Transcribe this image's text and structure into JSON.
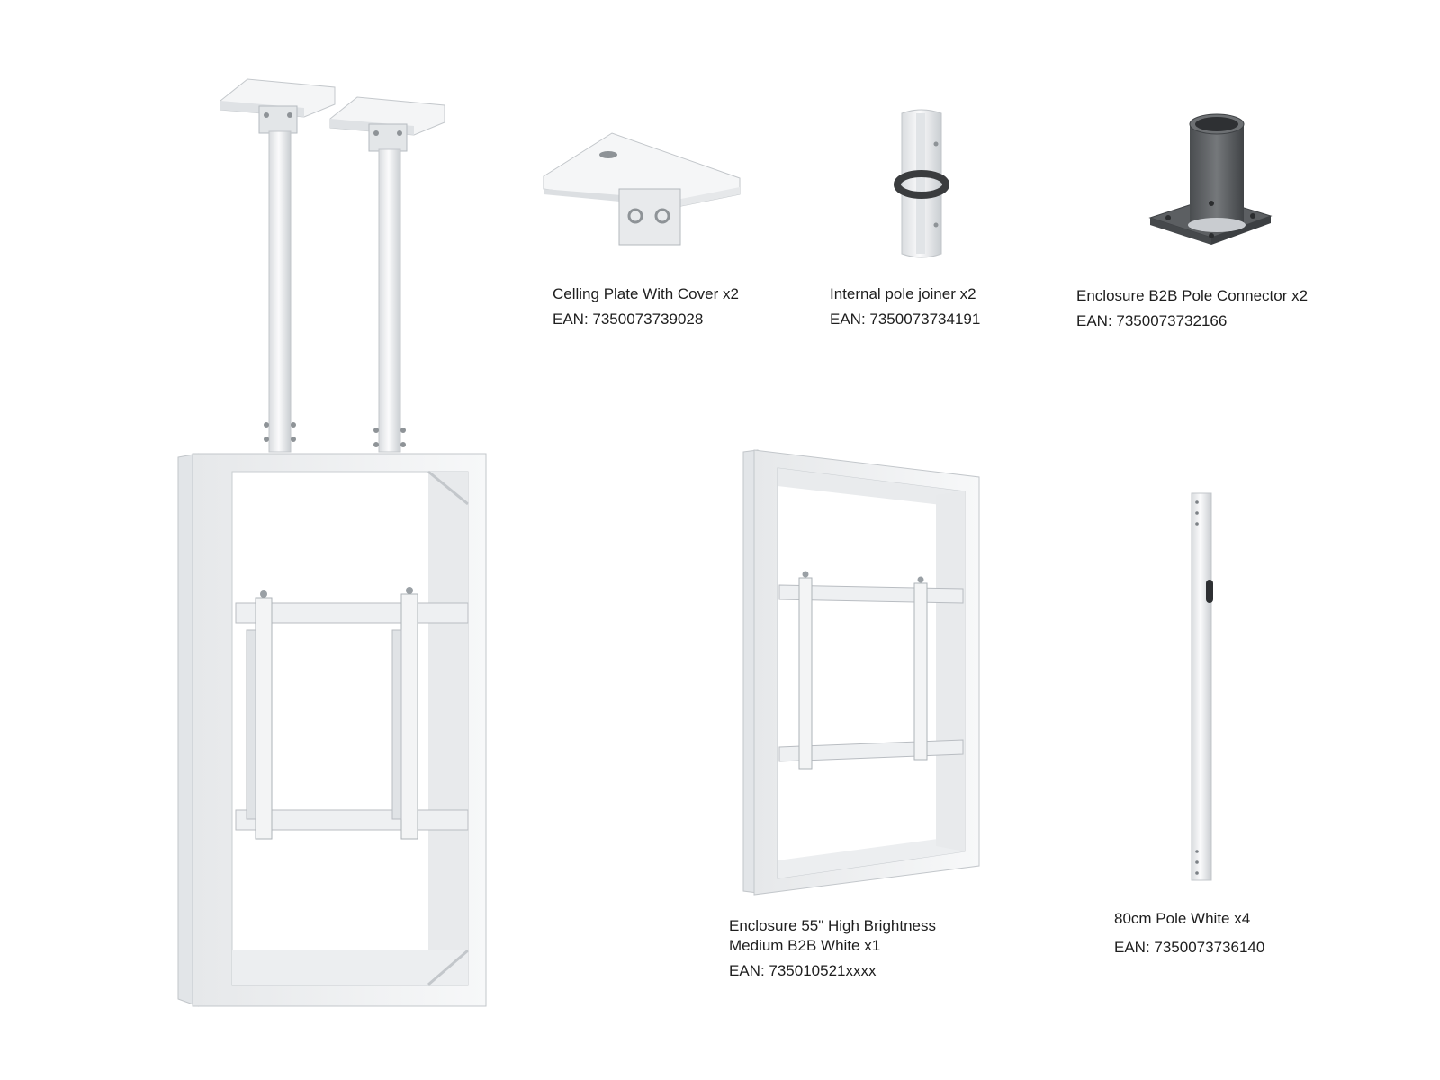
{
  "parts": [
    {
      "name": "Celling Plate With Cover x2",
      "ean": "EAN: 7350073739028"
    },
    {
      "name": "Internal pole joiner x2",
      "ean": "EAN: 7350073734191"
    },
    {
      "name": "Enclosure B2B Pole Connector x2",
      "ean": "EAN: 7350073732166"
    },
    {
      "name_line1": "Enclosure 55\" High Brightness",
      "name_line2": "Medium B2B White x1",
      "ean": "EAN: 735010521xxxx"
    },
    {
      "name": "80cm Pole White x4",
      "ean": "EAN: 7350073736140"
    }
  ],
  "colors": {
    "metal_white": "#f2f3f4",
    "metal_shade": "#d7dadd",
    "metal_edge": "#b9bdc2",
    "dark_metal": "#5a5d60",
    "background": "#ffffff"
  }
}
